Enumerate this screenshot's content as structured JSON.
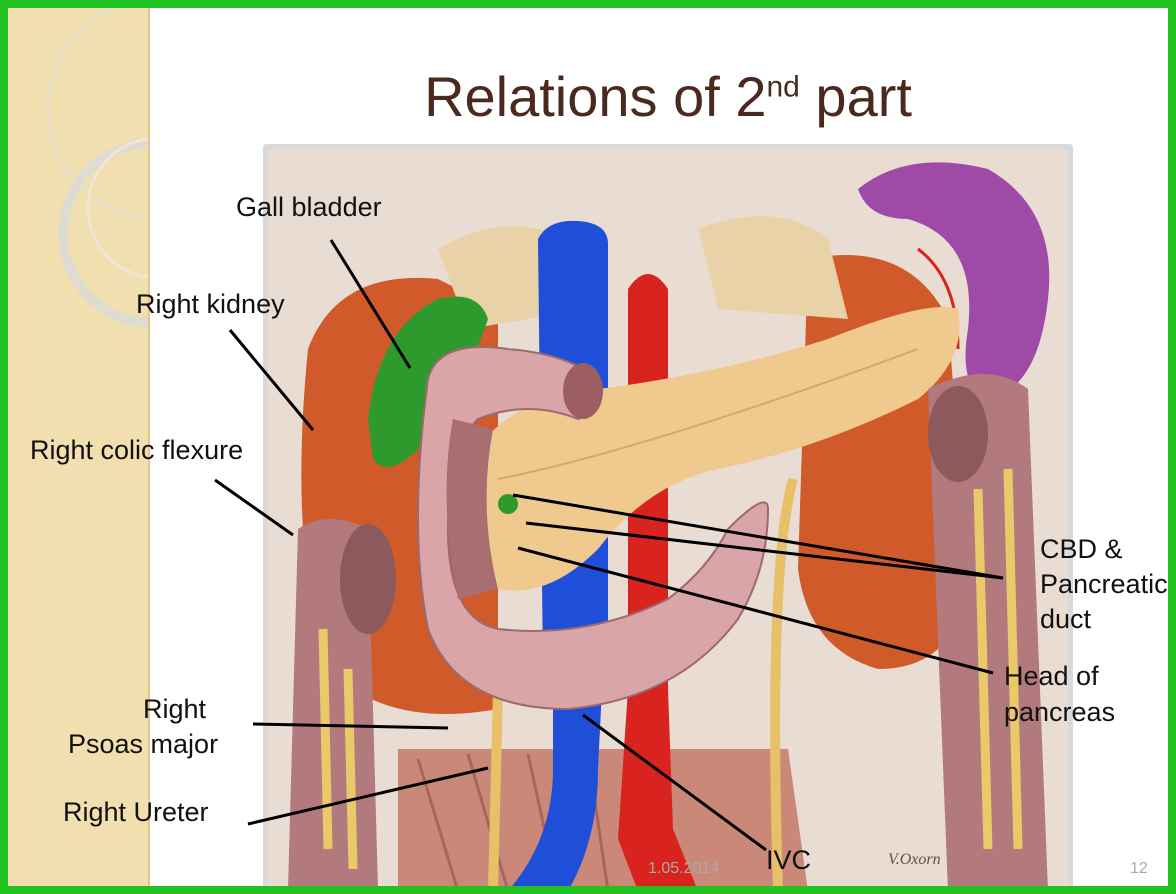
{
  "slide": {
    "title_main": "Relations of 2",
    "title_sup": "nd",
    "title_end": " part",
    "footer_date": "1.05.2014",
    "page_number": "12"
  },
  "labels": {
    "gall_bladder": "Gall bladder",
    "right_kidney": "Right kidney",
    "right_colic_flexure": "Right colic flexure",
    "cbd_line1": "CBD &",
    "cbd_line2": "Pancreatic",
    "cbd_line3": "duct",
    "head_line1": "Head of",
    "head_line2": "pancreas",
    "psoas_line1": "Right",
    "psoas_line2": "Psoas major",
    "right_ureter": "Right Ureter",
    "ivc": "IVC",
    "signature": "V.Oxorn"
  },
  "colors": {
    "border": "#1fc21f",
    "sidebar": "#f2dfb0",
    "title": "#4a2a1e",
    "kidney": "#d05a2a",
    "gall_bladder": "#2e9a2e",
    "ivc": "#1f4fd8",
    "aorta": "#d8231e",
    "pancreas": "#f0c98e",
    "duodenum": "#d9a5a9",
    "spleen": "#a04aa8",
    "colon": "#b27a7c",
    "fat": "#e9c96a"
  }
}
